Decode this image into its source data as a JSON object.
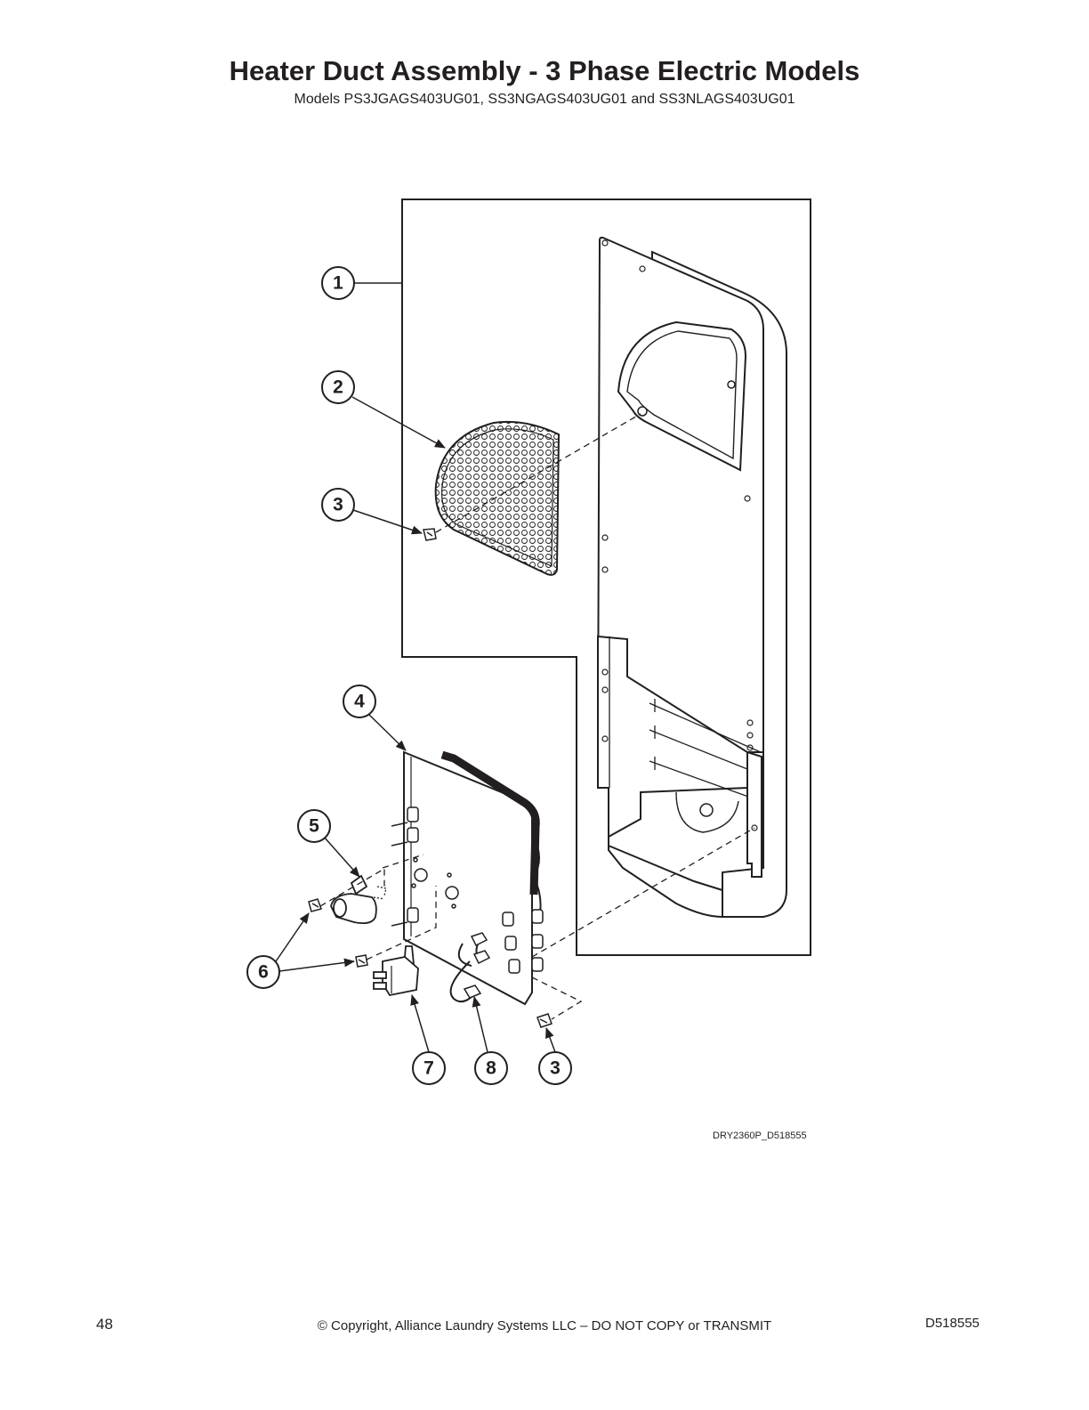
{
  "header": {
    "title": "Heater Duct Assembly - 3 Phase Electric Models",
    "subtitle": "Models PS3JGAGS403UG01, SS3NGAGS403UG01 and SS3NLAGS403UG01"
  },
  "diagram": {
    "figure_code": "DRY2360P_D518555",
    "callouts": [
      "1",
      "2",
      "3",
      "4",
      "5",
      "6",
      "7",
      "8",
      "3"
    ]
  },
  "footer": {
    "page_number": "48",
    "copyright": "© Copyright, Alliance Laundry Systems LLC – DO NOT COPY or TRANSMIT",
    "document_number": "D518555"
  }
}
